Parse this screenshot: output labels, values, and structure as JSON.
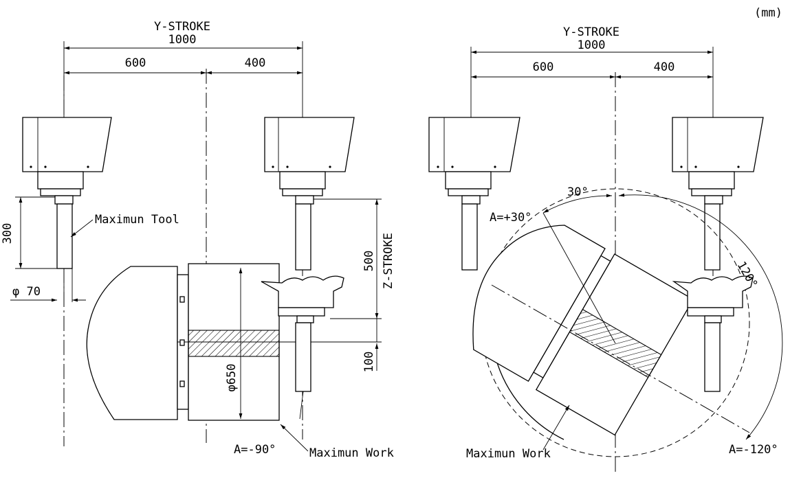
{
  "unit_label": "(mm)",
  "left_view": {
    "y_stroke_title": "Y-STROKE",
    "y_stroke_total": "1000",
    "y_left_segment": "600",
    "y_right_segment": "400",
    "tool_length": "300",
    "tool_label": "Maximun Tool",
    "tool_diameter": "φ 70",
    "z_stroke_value": "500",
    "z_stroke_title": "Z-STROKE",
    "z_offset": "100",
    "work_diameter": "φ650",
    "angle_label": "A=-90°",
    "work_label": "Maximun Work"
  },
  "right_view": {
    "y_stroke_title": "Y-STROKE",
    "y_stroke_total": "1000",
    "y_left_segment": "600",
    "y_right_segment": "400",
    "angle_pos": "30°",
    "angle_pos_label": "A=+30°",
    "angle_neg": "120°",
    "angle_neg_label": "A=-120°",
    "work_label": "Maximun Work"
  }
}
